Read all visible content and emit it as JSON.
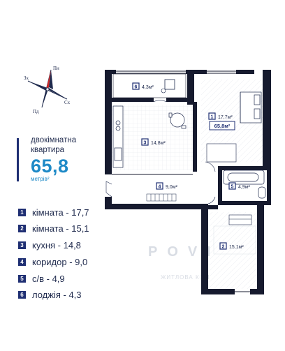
{
  "compass": {
    "north": "Пн",
    "south": "Пд",
    "west": "Зх",
    "east": "Сх"
  },
  "title": {
    "line1": "двокімнатна",
    "line2": "квартира",
    "area_value": "65,8",
    "area_unit": "метрів²"
  },
  "legend": [
    {
      "num": "1",
      "text": "кімната - 17,7"
    },
    {
      "num": "2",
      "text": "кімната - 15,1"
    },
    {
      "num": "3",
      "text": "кухня - 14,8"
    },
    {
      "num": "4",
      "text": "коридор - 9,0"
    },
    {
      "num": "5",
      "text": "с/в - 4,9"
    },
    {
      "num": "6",
      "text": "лоджія - 4,3"
    }
  ],
  "plan_labels": {
    "r1": {
      "num": "1",
      "area": "17,7м²"
    },
    "total": "65,8м²",
    "r2": {
      "num": "2",
      "area": "15,1м²"
    },
    "r3": {
      "num": "3",
      "area": "14,8м²"
    },
    "r4": {
      "num": "4",
      "area": "9,0м²"
    },
    "r5": {
      "num": "5",
      "area": "4,9м²"
    },
    "r6": {
      "num": "6",
      "area": "4,3м²"
    }
  },
  "watermark": {
    "brand": "POVERH",
    "tagline": "ЖИТЛОВА КОМПАНІЯ"
  },
  "colors": {
    "wall": "#161a2e",
    "accent": "#1f2f73",
    "area_blue": "#1f8ac7",
    "badge_border": "#1f2f73",
    "watermark": "#d9dde4"
  }
}
